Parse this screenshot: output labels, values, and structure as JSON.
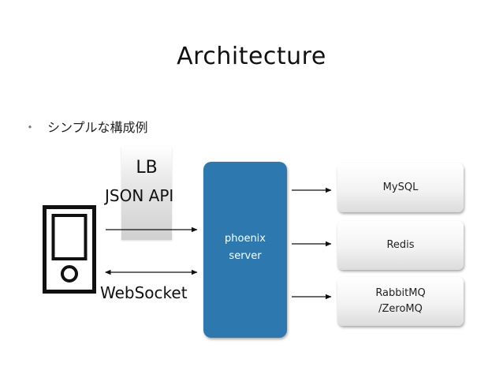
{
  "title": "Architecture",
  "bullet": {
    "marker": "・",
    "text": "シンプルな構成例"
  },
  "lb": {
    "label": "LB"
  },
  "json_api": {
    "label": "JSON API"
  },
  "websocket": {
    "label": "WebSocket"
  },
  "phoenix": {
    "line1": "phoenix",
    "line2": "server",
    "color": "#2e78b0"
  },
  "services": {
    "mysql": "MySQL",
    "redis": "Redis",
    "mq": "RabbitMQ\n/ZeroMQ"
  },
  "icons": {
    "client": "mobile-device-icon"
  }
}
